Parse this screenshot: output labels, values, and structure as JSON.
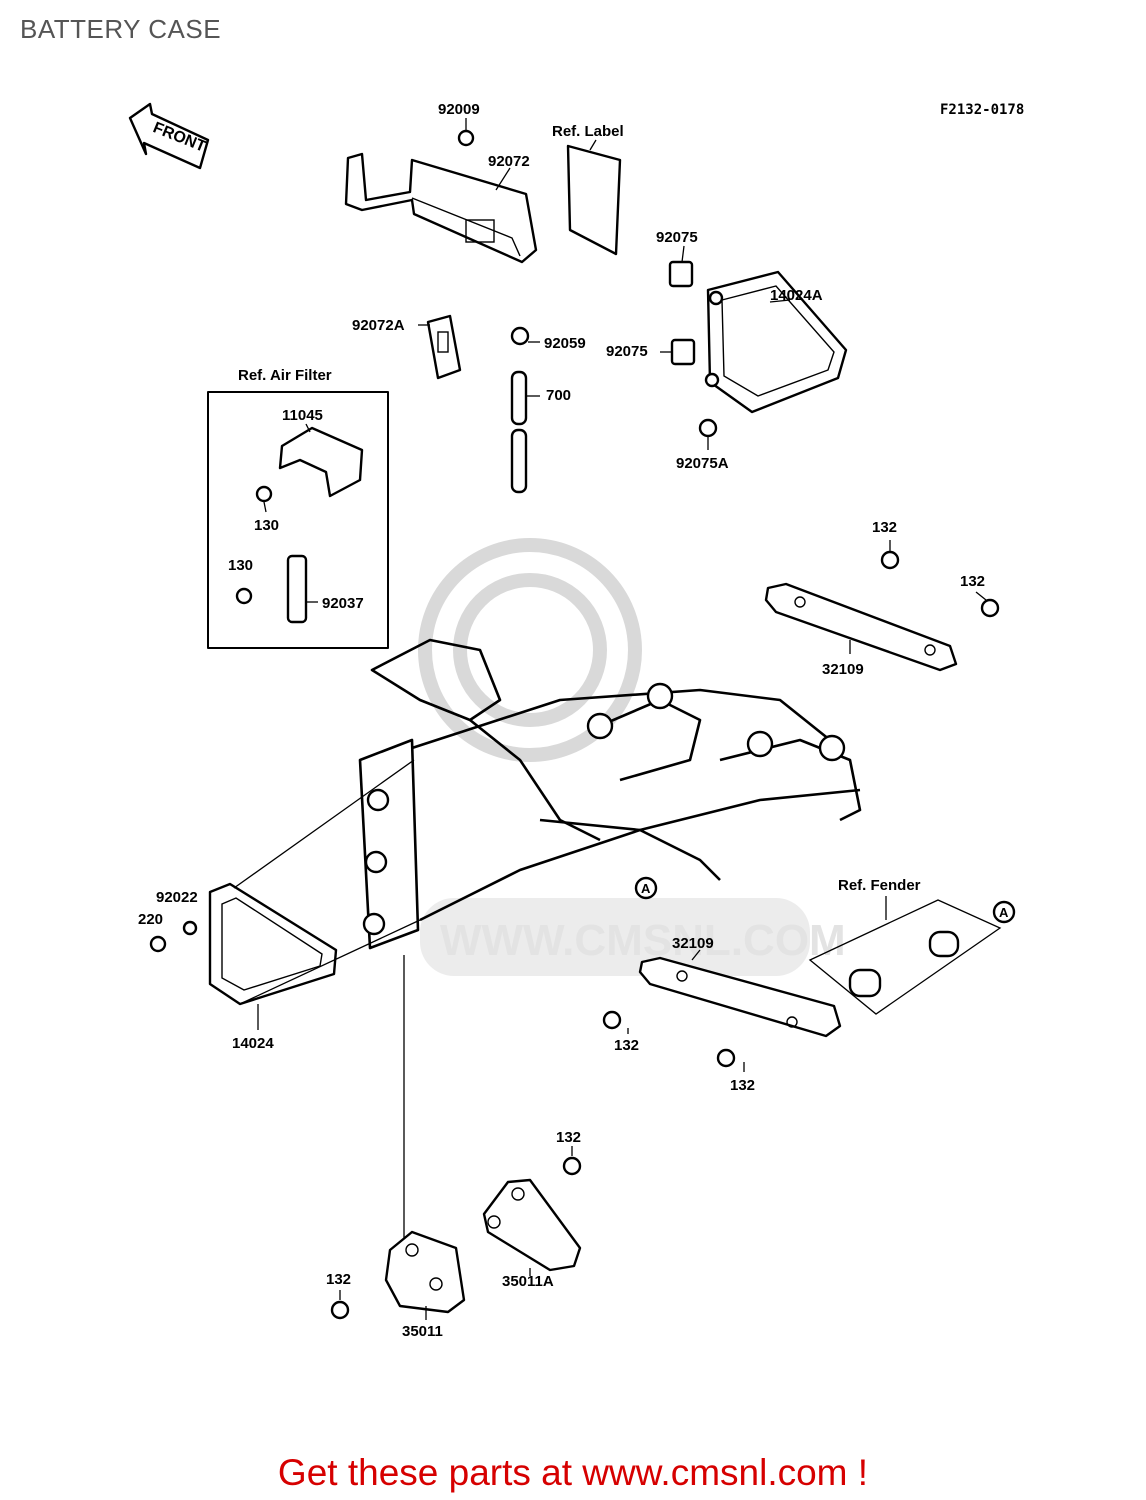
{
  "title": "BATTERY CASE",
  "drawing_code": "F2132-0178",
  "front_arrow": "FRONT",
  "watermark_text": "WWW.CMSNL.COM",
  "footer_text": "Get these parts at www.cmsnl.com !",
  "colors": {
    "footer": "#d60000",
    "title": "#555555",
    "watermark": "#d9d9d9"
  },
  "labels": {
    "p92009": "92009",
    "p92072": "92072",
    "ref_label": "Ref. Label",
    "p92075_a": "92075",
    "p14024A": "14024A",
    "p92072A": "92072A",
    "p92059": "92059",
    "p92075_b": "92075",
    "p700": "700",
    "p92075A": "92075A",
    "ref_air_filter": "Ref. Air Filter",
    "p11045": "11045",
    "p130_a": "130",
    "p130_b": "130",
    "p92037": "92037",
    "p132_a": "132",
    "p132_b": "132",
    "p32109_a": "32109",
    "p92022": "92022",
    "p220": "220",
    "p14024": "14024",
    "ref_fender": "Ref. Fender",
    "p32109_b": "32109",
    "p132_c": "132",
    "p132_d": "132",
    "p132_e": "132",
    "p132_f": "132",
    "p35011A": "35011A",
    "p35011": "35011",
    "marker_a1": "A",
    "marker_a2": "A"
  }
}
